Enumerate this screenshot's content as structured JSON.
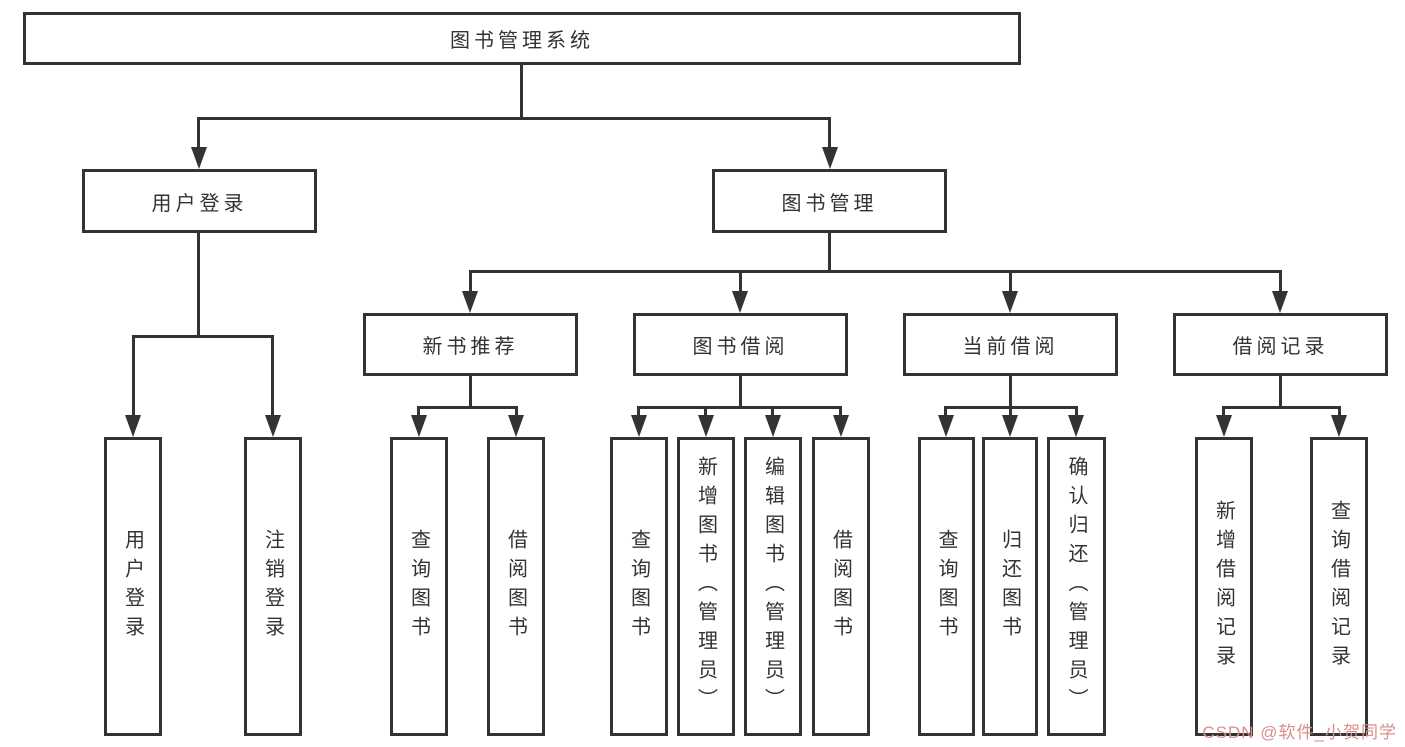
{
  "diagram_title": "图书管理系统",
  "colors": {
    "line": "#333333",
    "box_border": "#333333",
    "box_fill": "#ffffff",
    "text": "#333333",
    "watermark": "#d98e8e",
    "background": "#ffffff"
  },
  "nodes": {
    "root": {
      "label": "图书管理系统"
    },
    "user_login": {
      "label": "用户登录"
    },
    "book_mgmt": {
      "label": "图书管理"
    },
    "new_book_rec": {
      "label": "新书推荐"
    },
    "book_borrow": {
      "label": "图书借阅"
    },
    "current_borrow": {
      "label": "当前借阅"
    },
    "borrow_records": {
      "label": "借阅记录"
    },
    "leaf_user_login": {
      "label": "用户登录"
    },
    "leaf_logout": {
      "label": "注销登录"
    },
    "leaf_query_book_1": {
      "label": "查询图书"
    },
    "leaf_borrow_book_1": {
      "label": "借阅图书"
    },
    "leaf_query_book_2": {
      "label": "查询图书"
    },
    "leaf_add_book": {
      "label": "新增图书（管理员）"
    },
    "leaf_edit_book": {
      "label": "编辑图书（管理员）"
    },
    "leaf_borrow_book_2": {
      "label": "借阅图书"
    },
    "leaf_query_book_3": {
      "label": "查询图书"
    },
    "leaf_return_book": {
      "label": "归还图书"
    },
    "leaf_confirm_return": {
      "label": "确认归还（管理员）"
    },
    "leaf_add_record": {
      "label": "新增借阅记录"
    },
    "leaf_query_record": {
      "label": "查询借阅记录"
    }
  },
  "hierarchy": {
    "图书管理系统": {
      "用户登录": [
        "用户登录",
        "注销登录"
      ],
      "图书管理": {
        "新书推荐": [
          "查询图书",
          "借阅图书"
        ],
        "图书借阅": [
          "查询图书",
          "新增图书（管理员）",
          "编辑图书（管理员）",
          "借阅图书"
        ],
        "当前借阅": [
          "查询图书",
          "归还图书",
          "确认归还（管理员）"
        ],
        "借阅记录": [
          "新增借阅记录",
          "查询借阅记录"
        ]
      }
    }
  },
  "watermark": {
    "text": "CSDN @软件_小贺同学",
    "color": "#d98e8e"
  }
}
